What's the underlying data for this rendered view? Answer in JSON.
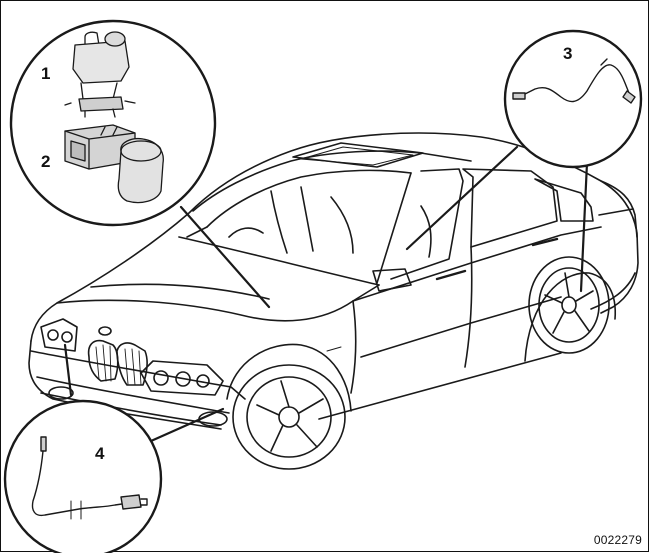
{
  "callouts": [
    {
      "number": "1",
      "part_icon": "hydraulic-reservoir-icon"
    },
    {
      "number": "2",
      "part_icon": "abs-control-unit-icon"
    },
    {
      "number": "3",
      "part_icon": "rear-wheel-speed-sensor-icon"
    },
    {
      "number": "4",
      "part_icon": "front-wheel-speed-sensor-icon"
    }
  ],
  "figure_code": "0022279"
}
